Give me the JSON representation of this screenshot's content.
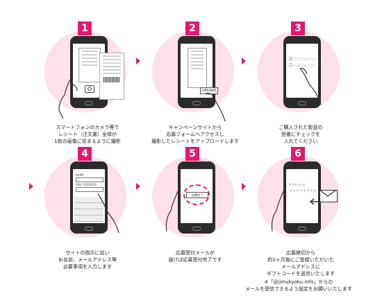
{
  "steps": [
    {
      "number": "1",
      "lines": [
        "スマートフォンのカメラ等で",
        "レシート（注文書）全体が",
        "1枚の画像に収まるように撮影"
      ]
    },
    {
      "number": "2",
      "lines": [
        "キャンペーンサイトから",
        "応募フォームへアクセスし",
        "撮影したレシートをアップロードします"
      ]
    },
    {
      "number": "3",
      "lines": [
        "ご購入された製品の",
        "型番にチェックを",
        "入れてください"
      ]
    },
    {
      "number": "4",
      "lines": [
        "サイトの指示に従い",
        "お名前、メールアドレス等",
        "必要事項を入力します"
      ]
    },
    {
      "number": "5",
      "lines": [
        "応募受付メールが",
        "届けば応募受付完了です"
      ]
    },
    {
      "number": "6",
      "lines": [
        "応募締切から",
        "約1ヶ月後にご登録いただいた",
        "メールアドレスに",
        "ギフトコードを送信いたします"
      ]
    }
  ],
  "notice": {
    "line1": "※「@jimukyoku.info」からの",
    "line2": "メールを受信できるよう設定をお願いいたします"
  },
  "screen_labels": {
    "upload_button": "UPLOAD",
    "name_label": "NAME",
    "mail_label": "MAIL ADDRESS",
    "complete_label": "応募完了",
    "gift_code_label": "ギフトコード"
  },
  "colors": {
    "accent": "#e6176f",
    "circle": "#fce1ea",
    "phone": "#2b2b2b"
  }
}
